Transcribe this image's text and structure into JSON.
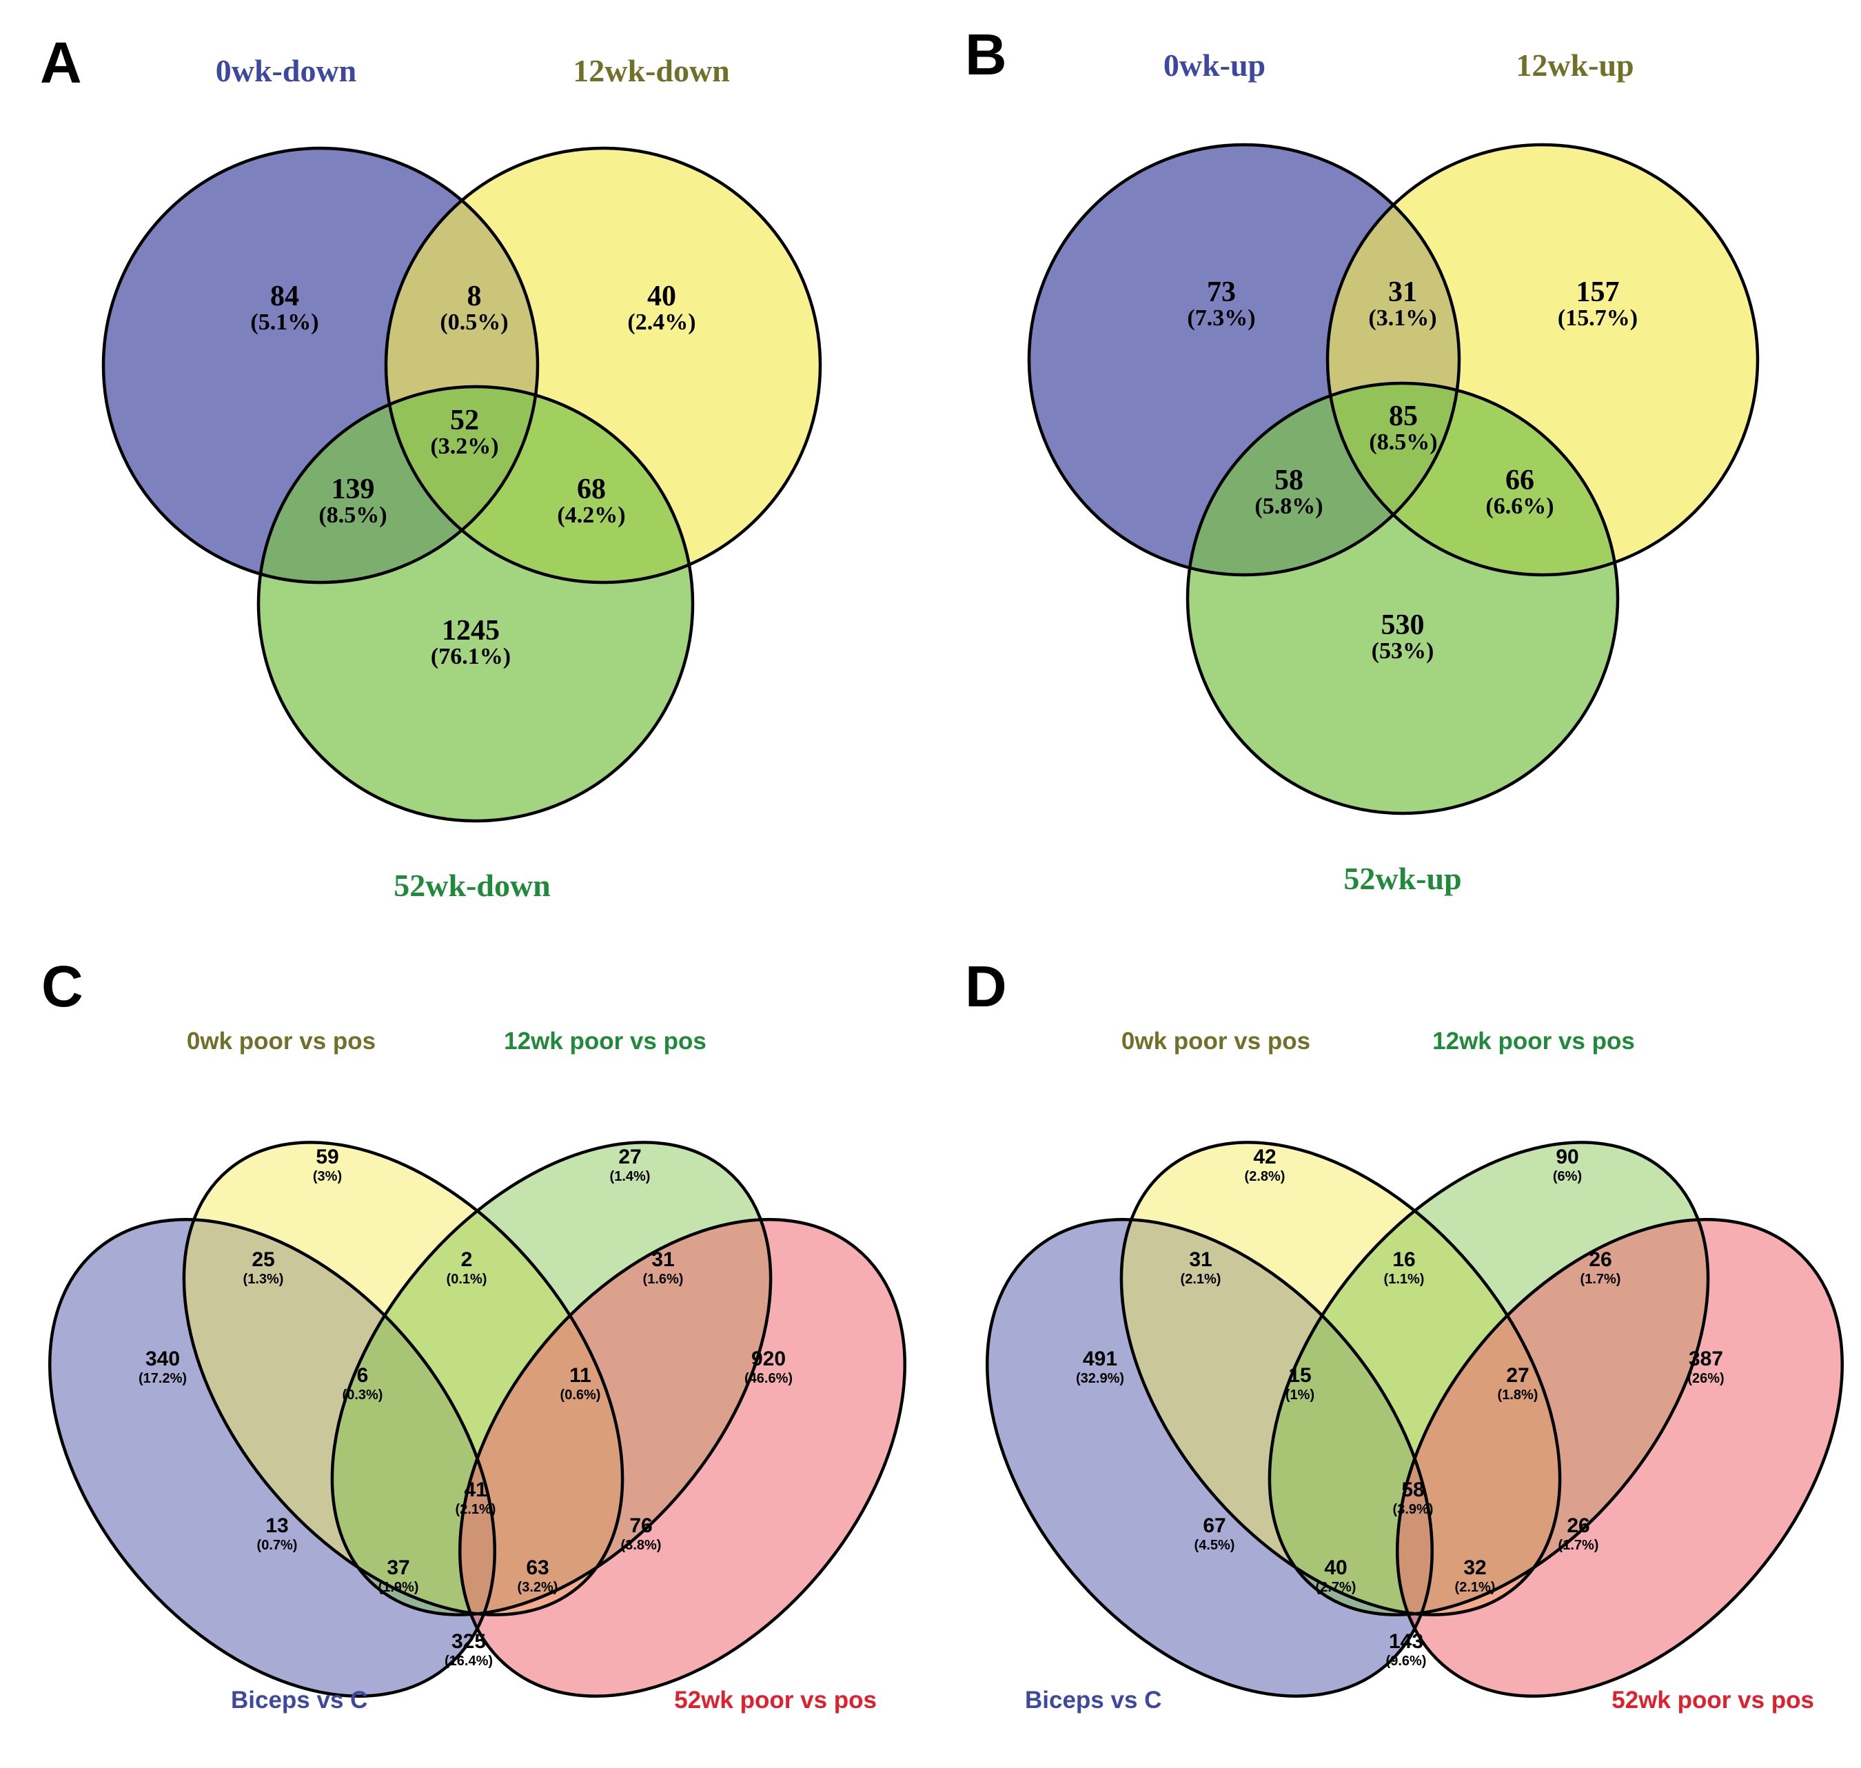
{
  "colors": {
    "blue_set": "#5157a8",
    "yellow_set": "#f5ea55",
    "green_set": "#7cc24a",
    "red_set": "#ef6b73",
    "blue_label": "#3d48a0",
    "olive_label": "#707028",
    "green_label": "#1f8a3a",
    "red_label": "#e0202c"
  },
  "panels": [
    {
      "letter": "A",
      "type": "venn3",
      "sets": [
        {
          "label": "0wk-down",
          "color": "blue"
        },
        {
          "label": "12wk-down",
          "color": "olive"
        },
        {
          "label": "52wk-down",
          "color": "green"
        }
      ],
      "regions": [
        {
          "id": "only-0wk",
          "count": "84",
          "pct": "(5.1%)"
        },
        {
          "id": "0wk-12wk",
          "count": "8",
          "pct": "(0.5%)"
        },
        {
          "id": "only-12wk",
          "count": "40",
          "pct": "(2.4%)"
        },
        {
          "id": "all-three",
          "count": "52",
          "pct": "(3.2%)"
        },
        {
          "id": "0wk-52wk",
          "count": "139",
          "pct": "(8.5%)"
        },
        {
          "id": "12wk-52wk",
          "count": "68",
          "pct": "(4.2%)"
        },
        {
          "id": "only-52wk",
          "count": "1245",
          "pct": "(76.1%)"
        }
      ]
    },
    {
      "letter": "B",
      "type": "venn3",
      "sets": [
        {
          "label": "0wk-up",
          "color": "blue"
        },
        {
          "label": "12wk-up",
          "color": "olive"
        },
        {
          "label": "52wk-up",
          "color": "green"
        }
      ],
      "regions": [
        {
          "id": "only-0wk",
          "count": "73",
          "pct": "(7.3%)"
        },
        {
          "id": "0wk-12wk",
          "count": "31",
          "pct": "(3.1%)"
        },
        {
          "id": "only-12wk",
          "count": "157",
          "pct": "(15.7%)"
        },
        {
          "id": "all-three",
          "count": "85",
          "pct": "(8.5%)"
        },
        {
          "id": "0wk-52wk",
          "count": "58",
          "pct": "(5.8%)"
        },
        {
          "id": "12wk-52wk",
          "count": "66",
          "pct": "(6.6%)"
        },
        {
          "id": "only-52wk",
          "count": "530",
          "pct": "(53%)"
        }
      ]
    },
    {
      "letter": "C",
      "type": "venn4",
      "sets": [
        {
          "label": "Biceps vs C",
          "color": "blue"
        },
        {
          "label": "0wk poor vs pos",
          "color": "olive"
        },
        {
          "label": "12wk poor vs pos",
          "color": "green"
        },
        {
          "label": "52wk poor vs pos",
          "color": "red"
        }
      ],
      "regions": [
        {
          "id": "only-0wk",
          "count": "59",
          "pct": "(3%)"
        },
        {
          "id": "only-12wk",
          "count": "27",
          "pct": "(1.4%)"
        },
        {
          "id": "biceps-0wk",
          "count": "25",
          "pct": "(1.3%)"
        },
        {
          "id": "0wk-12wk",
          "count": "2",
          "pct": "(0.1%)"
        },
        {
          "id": "12wk-52wk",
          "count": "31",
          "pct": "(1.6%)"
        },
        {
          "id": "only-biceps",
          "count": "340",
          "pct": "(17.2%)"
        },
        {
          "id": "biceps-0wk-12wk",
          "count": "6",
          "pct": "(0.3%)"
        },
        {
          "id": "0wk-12wk-52wk",
          "count": "11",
          "pct": "(0.6%)"
        },
        {
          "id": "only-52wk",
          "count": "920",
          "pct": "(46.6%)"
        },
        {
          "id": "biceps-12wk",
          "count": "13",
          "pct": "(0.7%)"
        },
        {
          "id": "all-four",
          "count": "41",
          "pct": "(2.1%)"
        },
        {
          "id": "0wk-52wk",
          "count": "76",
          "pct": "(3.8%)"
        },
        {
          "id": "biceps-12wk-52wk",
          "count": "37",
          "pct": "(1.9%)"
        },
        {
          "id": "biceps-0wk-52wk",
          "count": "63",
          "pct": "(3.2%)"
        },
        {
          "id": "biceps-52wk",
          "count": "325",
          "pct": "(16.4%)"
        }
      ]
    },
    {
      "letter": "D",
      "type": "venn4",
      "sets": [
        {
          "label": "Biceps vs C",
          "color": "blue"
        },
        {
          "label": "0wk poor vs pos",
          "color": "olive"
        },
        {
          "label": "12wk poor vs pos",
          "color": "green"
        },
        {
          "label": "52wk poor vs pos",
          "color": "red"
        }
      ],
      "regions": [
        {
          "id": "only-0wk",
          "count": "42",
          "pct": "(2.8%)"
        },
        {
          "id": "only-12wk",
          "count": "90",
          "pct": "(6%)"
        },
        {
          "id": "biceps-0wk",
          "count": "31",
          "pct": "(2.1%)"
        },
        {
          "id": "0wk-12wk",
          "count": "16",
          "pct": "(1.1%)"
        },
        {
          "id": "12wk-52wk",
          "count": "26",
          "pct": "(1.7%)"
        },
        {
          "id": "only-biceps",
          "count": "491",
          "pct": "(32.9%)"
        },
        {
          "id": "biceps-0wk-12wk",
          "count": "15",
          "pct": "(1%)"
        },
        {
          "id": "0wk-12wk-52wk",
          "count": "27",
          "pct": "(1.8%)"
        },
        {
          "id": "only-52wk",
          "count": "387",
          "pct": "(26%)"
        },
        {
          "id": "biceps-12wk",
          "count": "67",
          "pct": "(4.5%)"
        },
        {
          "id": "all-four",
          "count": "58",
          "pct": "(3.9%)"
        },
        {
          "id": "0wk-52wk",
          "count": "26",
          "pct": "(1.7%)"
        },
        {
          "id": "biceps-12wk-52wk",
          "count": "40",
          "pct": "(2.7%)"
        },
        {
          "id": "biceps-0wk-52wk",
          "count": "32",
          "pct": "(2.1%)"
        },
        {
          "id": "biceps-52wk",
          "count": "143",
          "pct": "(9.6%)"
        }
      ]
    }
  ]
}
